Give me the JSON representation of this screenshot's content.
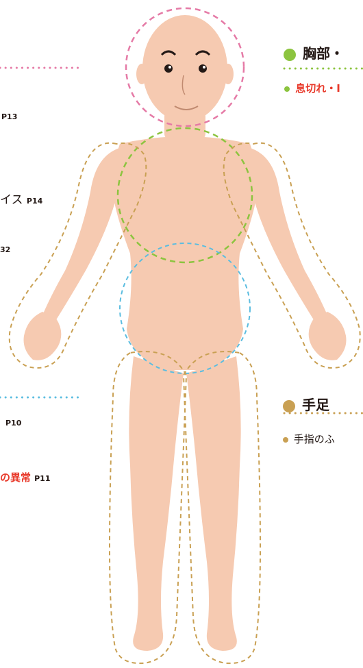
{
  "left_labels": {
    "head_page": "P13",
    "shoulder_text": "イス",
    "shoulder_page": "P14",
    "arm_page": "32",
    "abdomen_page": "P10",
    "abnormal_text": "の異常",
    "abnormal_page": "P11"
  },
  "right_labels": {
    "chest_title": "胸部・",
    "chest_item": "息切れ・I",
    "limbs_title": "手足",
    "limbs_item": "手指のふ"
  },
  "colors": {
    "head_zone": "#e57aa6",
    "chest_zone": "#8cc43f",
    "abdomen_zone": "#5bbde0",
    "limbs_zone": "#c9a053",
    "alert_text": "#e8392a",
    "skin": "#f6cab1"
  },
  "icons": [
    "chest-marker-dot",
    "limbs-marker-dot",
    "bullet-dot"
  ]
}
